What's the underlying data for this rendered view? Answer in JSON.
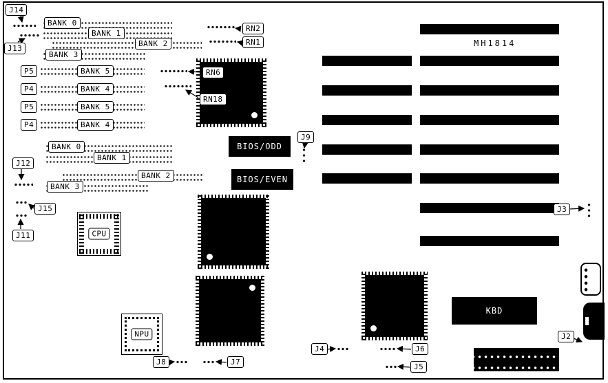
{
  "board": {
    "part_number": "MH1814"
  },
  "memory": {
    "group_top": {
      "banks": [
        "BANK 0",
        "BANK 1",
        "BANK 2",
        "BANK 3"
      ]
    },
    "group_mid": {
      "chips": [
        "P5",
        "P4",
        "P5",
        "P4"
      ],
      "banks": [
        "BANK 5",
        "BANK 4",
        "BANK 5",
        "BANK 4"
      ]
    },
    "group_bottom": {
      "banks": [
        "BANK 0",
        "BANK 1",
        "BANK 2",
        "BANK 3"
      ]
    }
  },
  "resistor_networks": {
    "rn2": "RN2",
    "rn1": "RN1",
    "rn6": "RN6",
    "rn18": "RN18"
  },
  "chips": {
    "bios_odd": "BIOS/ODD",
    "bios_even": "BIOS/EVEN",
    "cpu": "CPU",
    "npu": "NPU",
    "kbd": "KBD"
  },
  "jumpers": {
    "j14": "J14",
    "j13": "J13",
    "j12": "J12",
    "j15": "J15",
    "j11": "J11",
    "j9": "J9",
    "j3": "J3",
    "j8": "J8",
    "j7": "J7",
    "j4": "J4",
    "j6": "J6",
    "j5": "J5",
    "j2": "J2"
  }
}
